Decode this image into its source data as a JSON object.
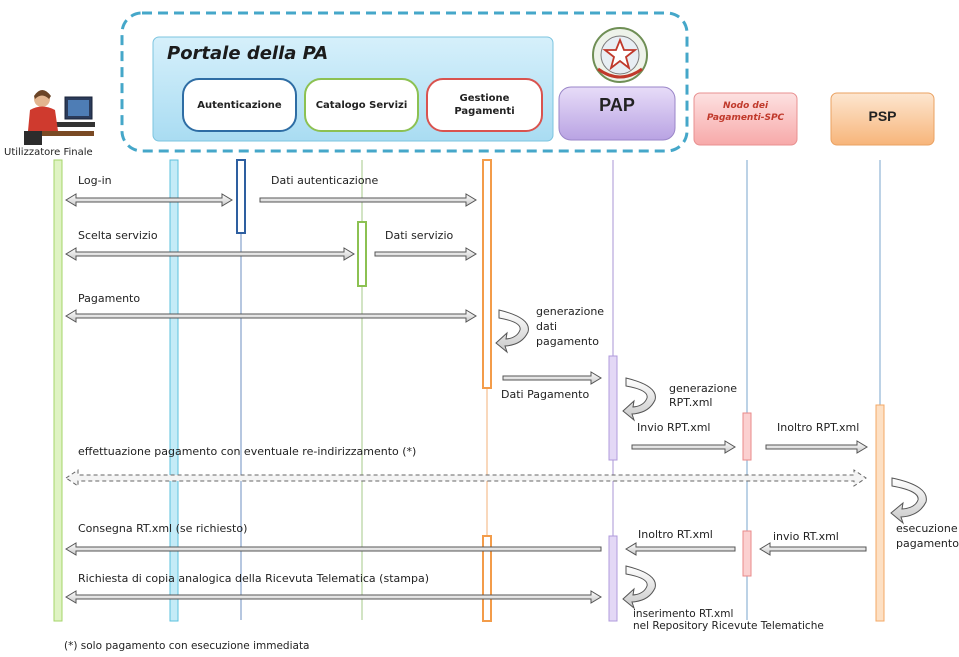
{
  "portal": {
    "title": "Portale della PA"
  },
  "actors": {
    "user": "Utilizzatore Finale",
    "auth": "Autenticazione",
    "catalog": "Catalogo Servizi",
    "gestione_line1": "Gestione",
    "gestione_line2": "Pagamenti",
    "pap": "PAP",
    "nodo_line1": "Nodo dei",
    "nodo_line2": "Pagamenti-SPC",
    "psp": "PSP"
  },
  "messages": {
    "login": "Log-in",
    "dati_auth": "Dati autenticazione",
    "scelta": "Scelta servizio",
    "dati_servizio": "Dati servizio",
    "pagamento": "Pagamento",
    "gen_dati_1": "generazione",
    "gen_dati_2": "dati",
    "gen_dati_3": "pagamento",
    "dati_pagamento": "Dati Pagamento",
    "gen_rpt_1": "generazione",
    "gen_rpt_2": "RPT.xml",
    "invio_rpt": "Invio RPT.xml",
    "inoltro_rpt": "Inoltro RPT.xml",
    "effettuazione": "effettuazione pagamento con eventuale re-indirizzamento (*)",
    "esec_1": "esecuzione",
    "esec_2": "pagamento",
    "consegna": "Consegna RT.xml (se richiesto)",
    "inoltro_rt": "Inoltro RT.xml",
    "invio_rt": "invio RT.xml",
    "richiesta": "Richiesta di copia analogica della Ricevuta Telematica (stampa)",
    "inserimento_1": "inserimento RT.xml",
    "inserimento_2": "nel Repository Ricevute Telematiche"
  },
  "footnote": "(*) solo pagamento con esecuzione immediata",
  "colors": {
    "user": "#b5e37a",
    "portal": "#5bc0de",
    "auth": "#2e5fa0",
    "catalog": "#8cc152",
    "gestione": "#f39c4a",
    "pap": "#b9a3e3",
    "nodo": "#f28b8b",
    "psp": "#f7b57a"
  },
  "icons": {
    "emblem": "italian-republic-emblem",
    "user": "user-at-computer"
  }
}
